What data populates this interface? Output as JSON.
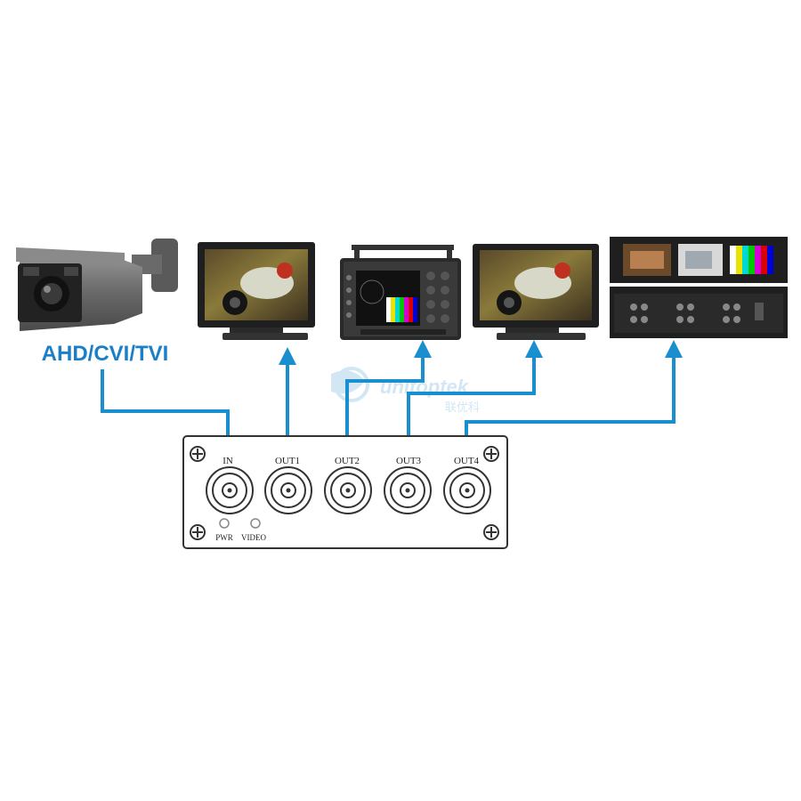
{
  "diagram": {
    "signal_label": "AHD/CVI/TVI",
    "watermark": {
      "brand": "unitoptek",
      "brand_cn": "联优科"
    },
    "splitter": {
      "ports": [
        {
          "label": "IN"
        },
        {
          "label": "OUT1"
        },
        {
          "label": "OUT2"
        },
        {
          "label": "OUT3"
        },
        {
          "label": "OUT4"
        }
      ],
      "leds": [
        {
          "label": "PWR"
        },
        {
          "label": "VIDEO"
        }
      ]
    },
    "colors": {
      "arrow": "#1a8fd0",
      "signal_label": "#1a7fc8",
      "device_dark": "#1f1f1f",
      "splitter_outline": "#333333"
    }
  }
}
